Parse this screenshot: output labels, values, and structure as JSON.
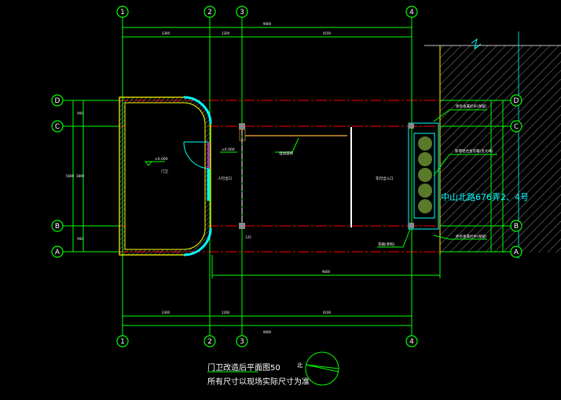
{
  "drawing": {
    "title": "门卫改造后平面图50",
    "note": "所有尺寸以现场实际尺寸为准",
    "north_label": "北",
    "street_address": "中山北路676弄2、4号"
  },
  "axes": {
    "columns": [
      "1",
      "2",
      "3",
      "4"
    ],
    "rows": [
      "D",
      "C",
      "B",
      "A"
    ]
  },
  "dimensions": {
    "top_total": "9600",
    "top_segments": [
      "3300",
      "1200",
      "4100"
    ],
    "bottom_total": "9600",
    "bottom_segments": [
      "3300",
      "1200",
      "4100"
    ],
    "left_segments": [
      "900",
      "3800",
      "900"
    ],
    "left_total": "5600",
    "right_overall": "9600",
    "post_size": "125"
  },
  "labels": {
    "guard_room": "门卫",
    "room_level": "±0.000",
    "ground_level": "±0.000",
    "pedestrian_exit": "人行出口",
    "vehicle_exit": "车行出入口",
    "barrier": "电动道闸",
    "flower_box": "花箱(参照)",
    "right_note_top": "原有金属栏杆(保留)",
    "right_note_mid": "新增铝合金花箱(见大样)",
    "right_note_bottom": "原有金属栏杆(保留)"
  },
  "colors": {
    "axis": "#00ff00",
    "centerline": "#ff0000",
    "wall": "#ffff00",
    "window": "#00ffff",
    "text": "#ffffff"
  }
}
